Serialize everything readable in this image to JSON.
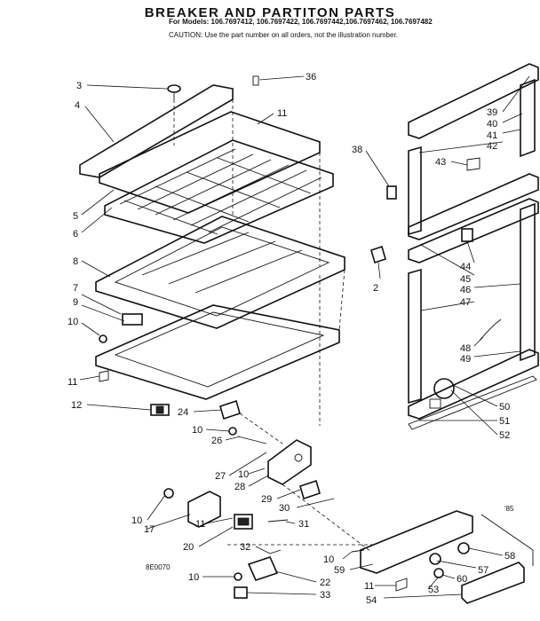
{
  "title": "BREAKER AND PARTITON PARTS",
  "models": "For Models: 106.7697412, 106.7697422, 106.7697442,106.7697462, 106.7697482",
  "caution": "CAUTION: Use the part number on all orders, not the illustration number.",
  "labels": {
    "p3": "3",
    "p36": "36",
    "p4": "4",
    "p11a": "11",
    "p5": "5",
    "p6": "6",
    "p8": "8",
    "p7": "7",
    "p9": "9",
    "p10a": "10",
    "p11b": "11",
    "p12": "12",
    "p38": "38",
    "p2": "2",
    "p39": "39",
    "p40": "40",
    "p41": "41",
    "p42": "42",
    "p43": "43",
    "p44": "44",
    "p45": "45",
    "p46": "46",
    "p47": "47",
    "p48": "48",
    "p49": "49",
    "p50": "50",
    "p51": "51",
    "p52": "52",
    "p24": "24",
    "p10b": "10",
    "p26": "26",
    "p27": "27",
    "p10c": "10",
    "p28": "28",
    "p29": "29",
    "p30": "30",
    "p10d": "10",
    "p17": "17",
    "p11c": "11",
    "p31": "31",
    "p20": "20",
    "p32": "32",
    "p10e": "10",
    "p22": "22",
    "p33": "33",
    "p10f": "10",
    "p59": "59",
    "p11d": "11",
    "p53": "53",
    "p54": "54",
    "p57": "57",
    "p58": "58",
    "p60": "60"
  },
  "marks": {
    "corner": "'85",
    "code": "8E0070"
  }
}
